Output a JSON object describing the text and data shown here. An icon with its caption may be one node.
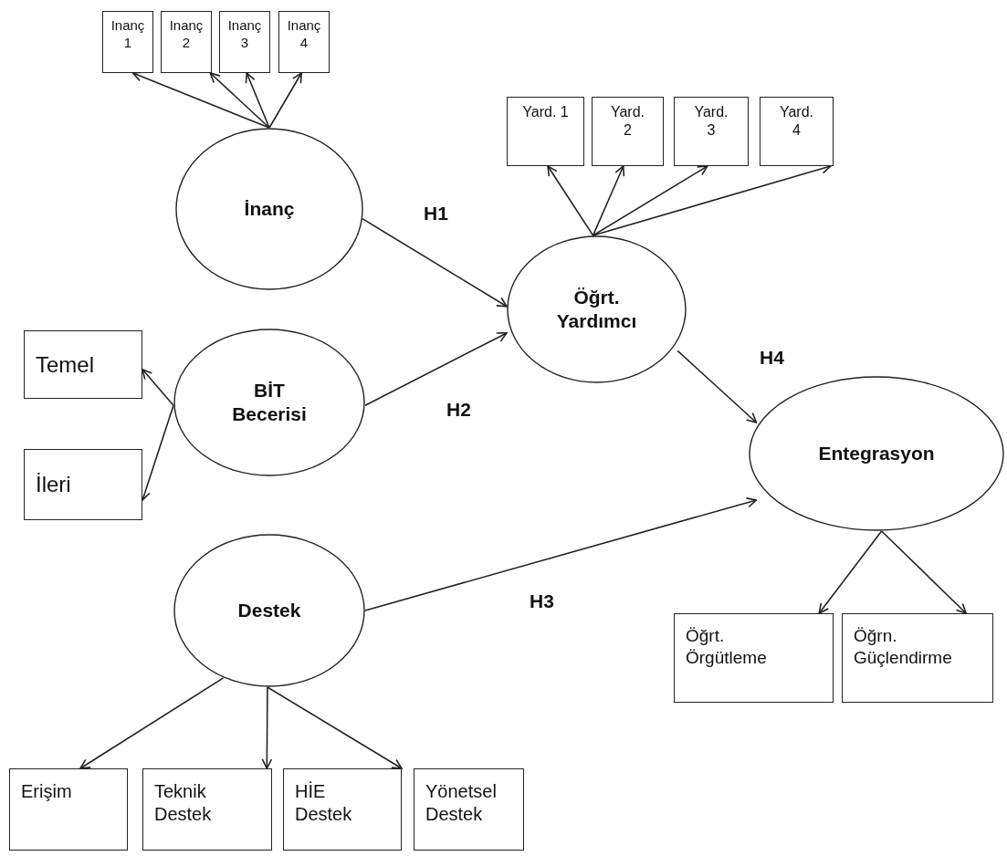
{
  "diagram": {
    "nodes": [
      {
        "text": [
          "Inanç 1"
        ]
      },
      {
        "text": [
          "Inanç 2"
        ]
      },
      {
        "text": [
          "Inanç 3"
        ]
      },
      {
        "text": [
          "Inanç 4"
        ]
      },
      {
        "text": [
          "İnanç"
        ]
      },
      {
        "text": [
          "Yard. 1"
        ]
      },
      {
        "text": [
          "Yard. 2"
        ]
      },
      {
        "text": [
          "Yard. 3"
        ]
      },
      {
        "text": [
          "Yard. 4"
        ]
      },
      {
        "text": [
          "Öğrt. Yardımcı"
        ]
      },
      {
        "text": [
          "Temel"
        ]
      },
      {
        "text": [
          "BİT Becerisi"
        ]
      },
      {
        "text": [
          "İleri"
        ]
      },
      {
        "text": [
          "Entegrasyon"
        ]
      },
      {
        "text": [
          "Destek"
        ]
      },
      {
        "text": [
          "Öğrt. Örgütleme"
        ]
      },
      {
        "text": [
          "Öğrn. Güçlendirme"
        ]
      },
      {
        "text": [
          "Erişim"
        ]
      },
      {
        "text": [
          "Teknik Destek"
        ]
      },
      {
        "text": [
          "HİE Destek"
        ]
      },
      {
        "text": [
          "Yönetsel Destek"
        ]
      }
    ],
    "edges": [
      {
        "from": 4,
        "to": 0,
        "arrow": "to"
      },
      {
        "from": 4,
        "to": 1,
        "arrow": "to"
      },
      {
        "from": 4,
        "to": 2,
        "arrow": "to"
      },
      {
        "from": 4,
        "to": 3,
        "arrow": "to"
      },
      {
        "from": 9,
        "to": 5,
        "arrow": "to"
      },
      {
        "from": 9,
        "to": 6,
        "arrow": "to"
      },
      {
        "from": 9,
        "to": 7,
        "arrow": "to"
      },
      {
        "from": 9,
        "to": 8,
        "arrow": "to"
      },
      {
        "from": 4,
        "to": 9,
        "arrow": "to",
        "label": "H1"
      },
      {
        "from": 11,
        "to": 9,
        "arrow": "to",
        "label": "H2"
      },
      {
        "from": 9,
        "to": 13,
        "arrow": "to",
        "label": "H4"
      },
      {
        "from": 14,
        "to": 13,
        "arrow": "to",
        "label": "H3"
      },
      {
        "from": 13,
        "to": 15,
        "arrow": "to"
      },
      {
        "from": 13,
        "to": 16,
        "arrow": "to"
      },
      {
        "from": 11,
        "to": 10,
        "arrow": "to"
      },
      {
        "from": 11,
        "to": 12,
        "arrow": "to"
      },
      {
        "from": 14,
        "to": 17,
        "arrow": "to"
      },
      {
        "from": 14,
        "to": 18,
        "arrow": "to"
      },
      {
        "from": 14,
        "to": 19,
        "arrow": "to"
      }
    ]
  }
}
